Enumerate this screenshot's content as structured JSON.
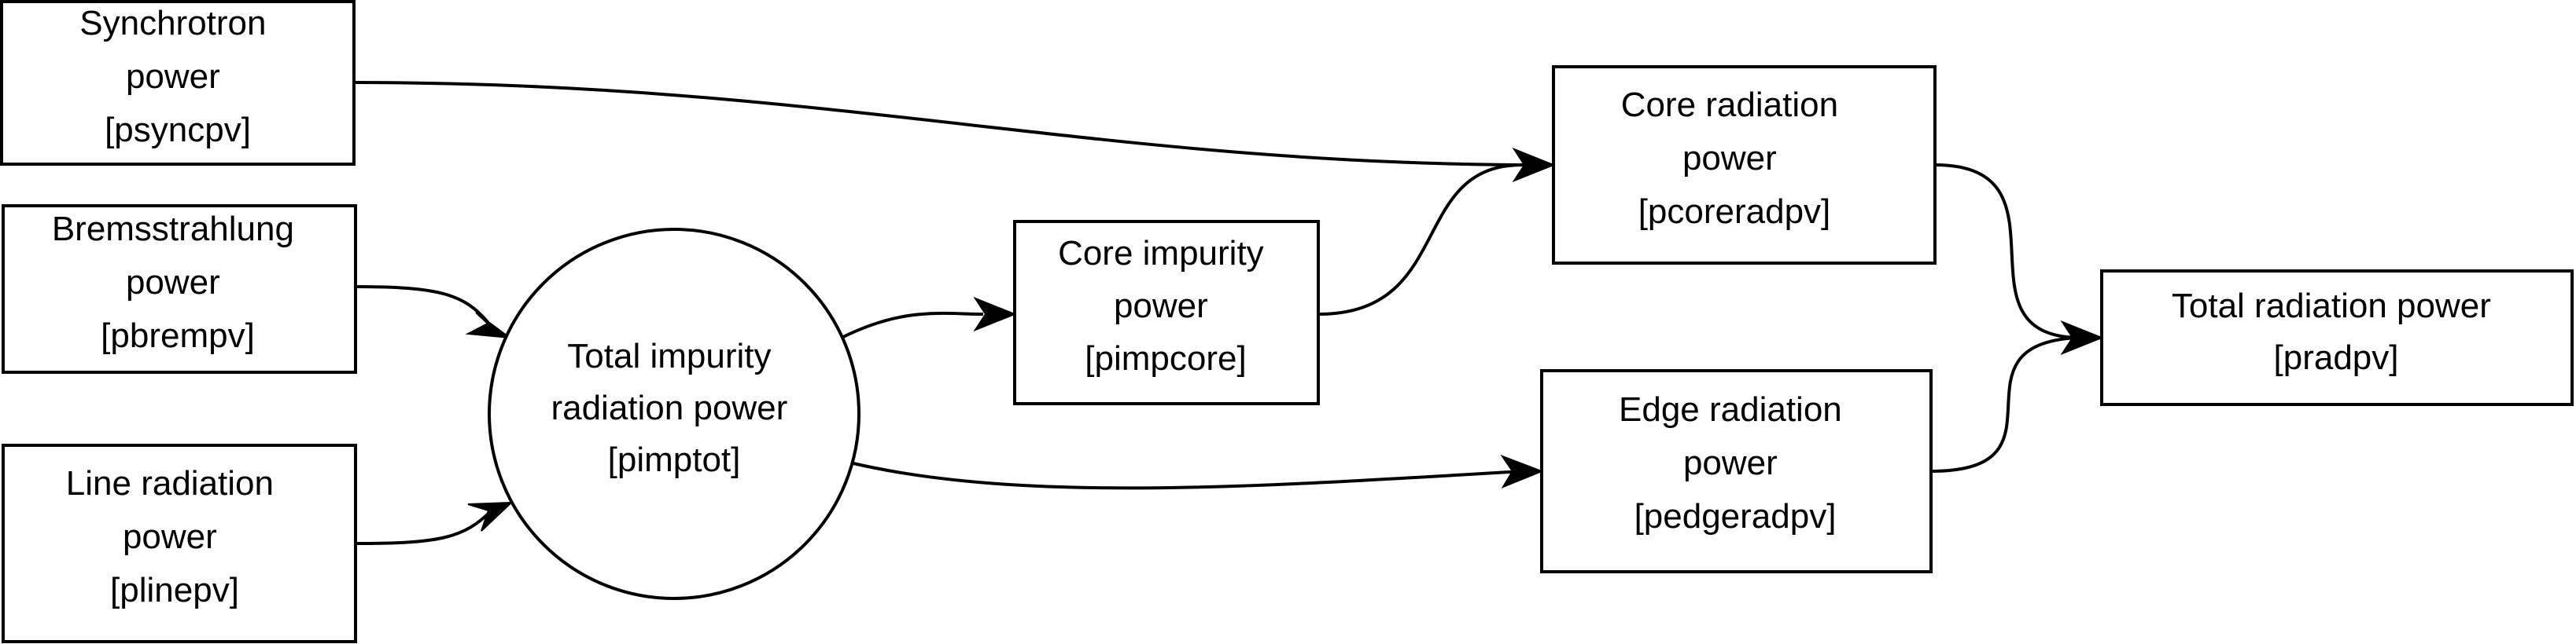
{
  "diagram": {
    "nodes": {
      "psync": {
        "lines": [
          "Synchrotron",
          "power",
          "[psyncpv]"
        ]
      },
      "pbrem": {
        "lines": [
          "Bremsstrahlung",
          "power",
          "[pbrempv]"
        ]
      },
      "pline": {
        "lines": [
          "Line radiation",
          "power",
          "[plinepv]"
        ]
      },
      "pimptot": {
        "lines": [
          "Total impurity",
          "radiation power",
          "[pimptot]"
        ]
      },
      "pimpcore": {
        "lines": [
          "Core impurity",
          "power",
          "[pimpcore]"
        ]
      },
      "pcorerad": {
        "lines": [
          "Core radiation",
          "power",
          "[pcoreradpv]"
        ]
      },
      "pedgerad": {
        "lines": [
          "Edge radiation",
          "power",
          "[pedgeradpv]"
        ]
      },
      "prad": {
        "lines": [
          "Total radiation power",
          "[pradpv]"
        ]
      }
    },
    "edges": [
      {
        "from": "psync",
        "to": "pcorerad"
      },
      {
        "from": "pbrem",
        "to": "pimptot"
      },
      {
        "from": "pline",
        "to": "pimptot"
      },
      {
        "from": "pimptot",
        "to": "pimpcore"
      },
      {
        "from": "pimptot",
        "to": "pedgerad"
      },
      {
        "from": "pimpcore",
        "to": "pcorerad"
      },
      {
        "from": "pcorerad",
        "to": "prad"
      },
      {
        "from": "pedgerad",
        "to": "prad"
      }
    ]
  }
}
